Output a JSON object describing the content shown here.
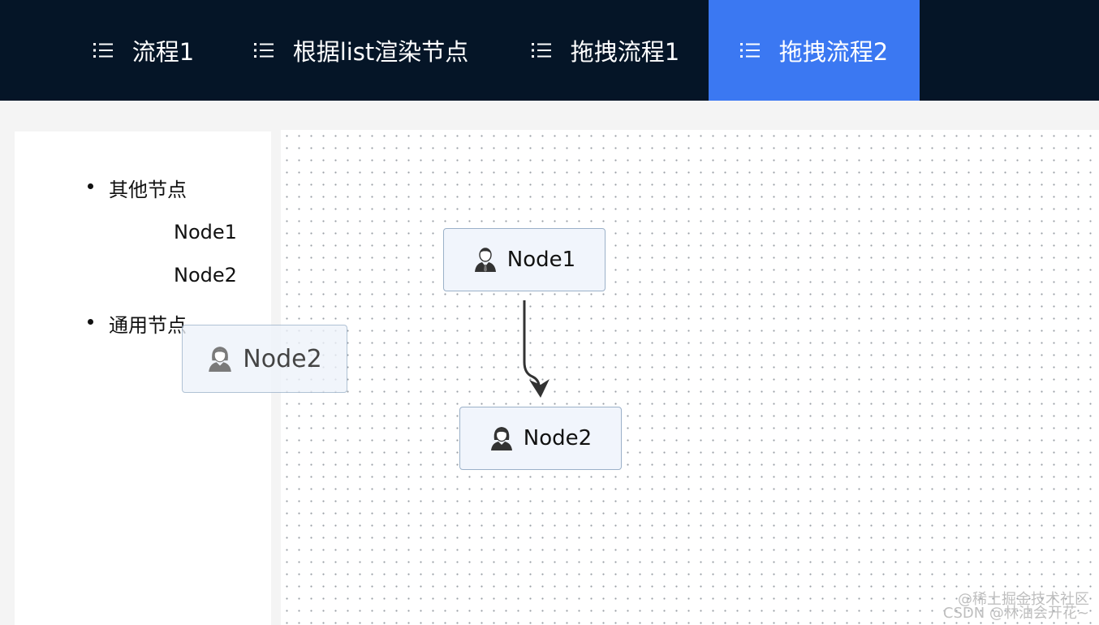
{
  "tabs": [
    {
      "label": "流程1",
      "icon": "list-icon",
      "active": false
    },
    {
      "label": "根据list渲染节点",
      "icon": "list-icon",
      "active": false
    },
    {
      "label": "拖拽流程1",
      "icon": "list-icon",
      "active": false
    },
    {
      "label": "拖拽流程2",
      "icon": "list-icon",
      "active": true
    }
  ],
  "palette": {
    "categories": [
      {
        "label": "其他节点",
        "items": [
          "Node1",
          "Node2"
        ]
      },
      {
        "label": "通用节点",
        "items": []
      }
    ]
  },
  "canvas": {
    "nodes": [
      {
        "label": "Node1",
        "icon": "man-icon"
      },
      {
        "label": "Node2",
        "icon": "woman-icon"
      }
    ],
    "edges": [
      {
        "from": "Node1",
        "to": "Node2"
      }
    ]
  },
  "drag_ghost": {
    "label": "Node2",
    "icon": "woman-icon"
  },
  "watermark": {
    "line1": "@稀土掘金技术社区",
    "line2": "CSDN @林油会开花~"
  },
  "colors": {
    "nav_bg": "#051527",
    "active_tab": "#3b78f2",
    "node_bg": "#f1f5fc",
    "node_border": "#9bb1c9"
  }
}
